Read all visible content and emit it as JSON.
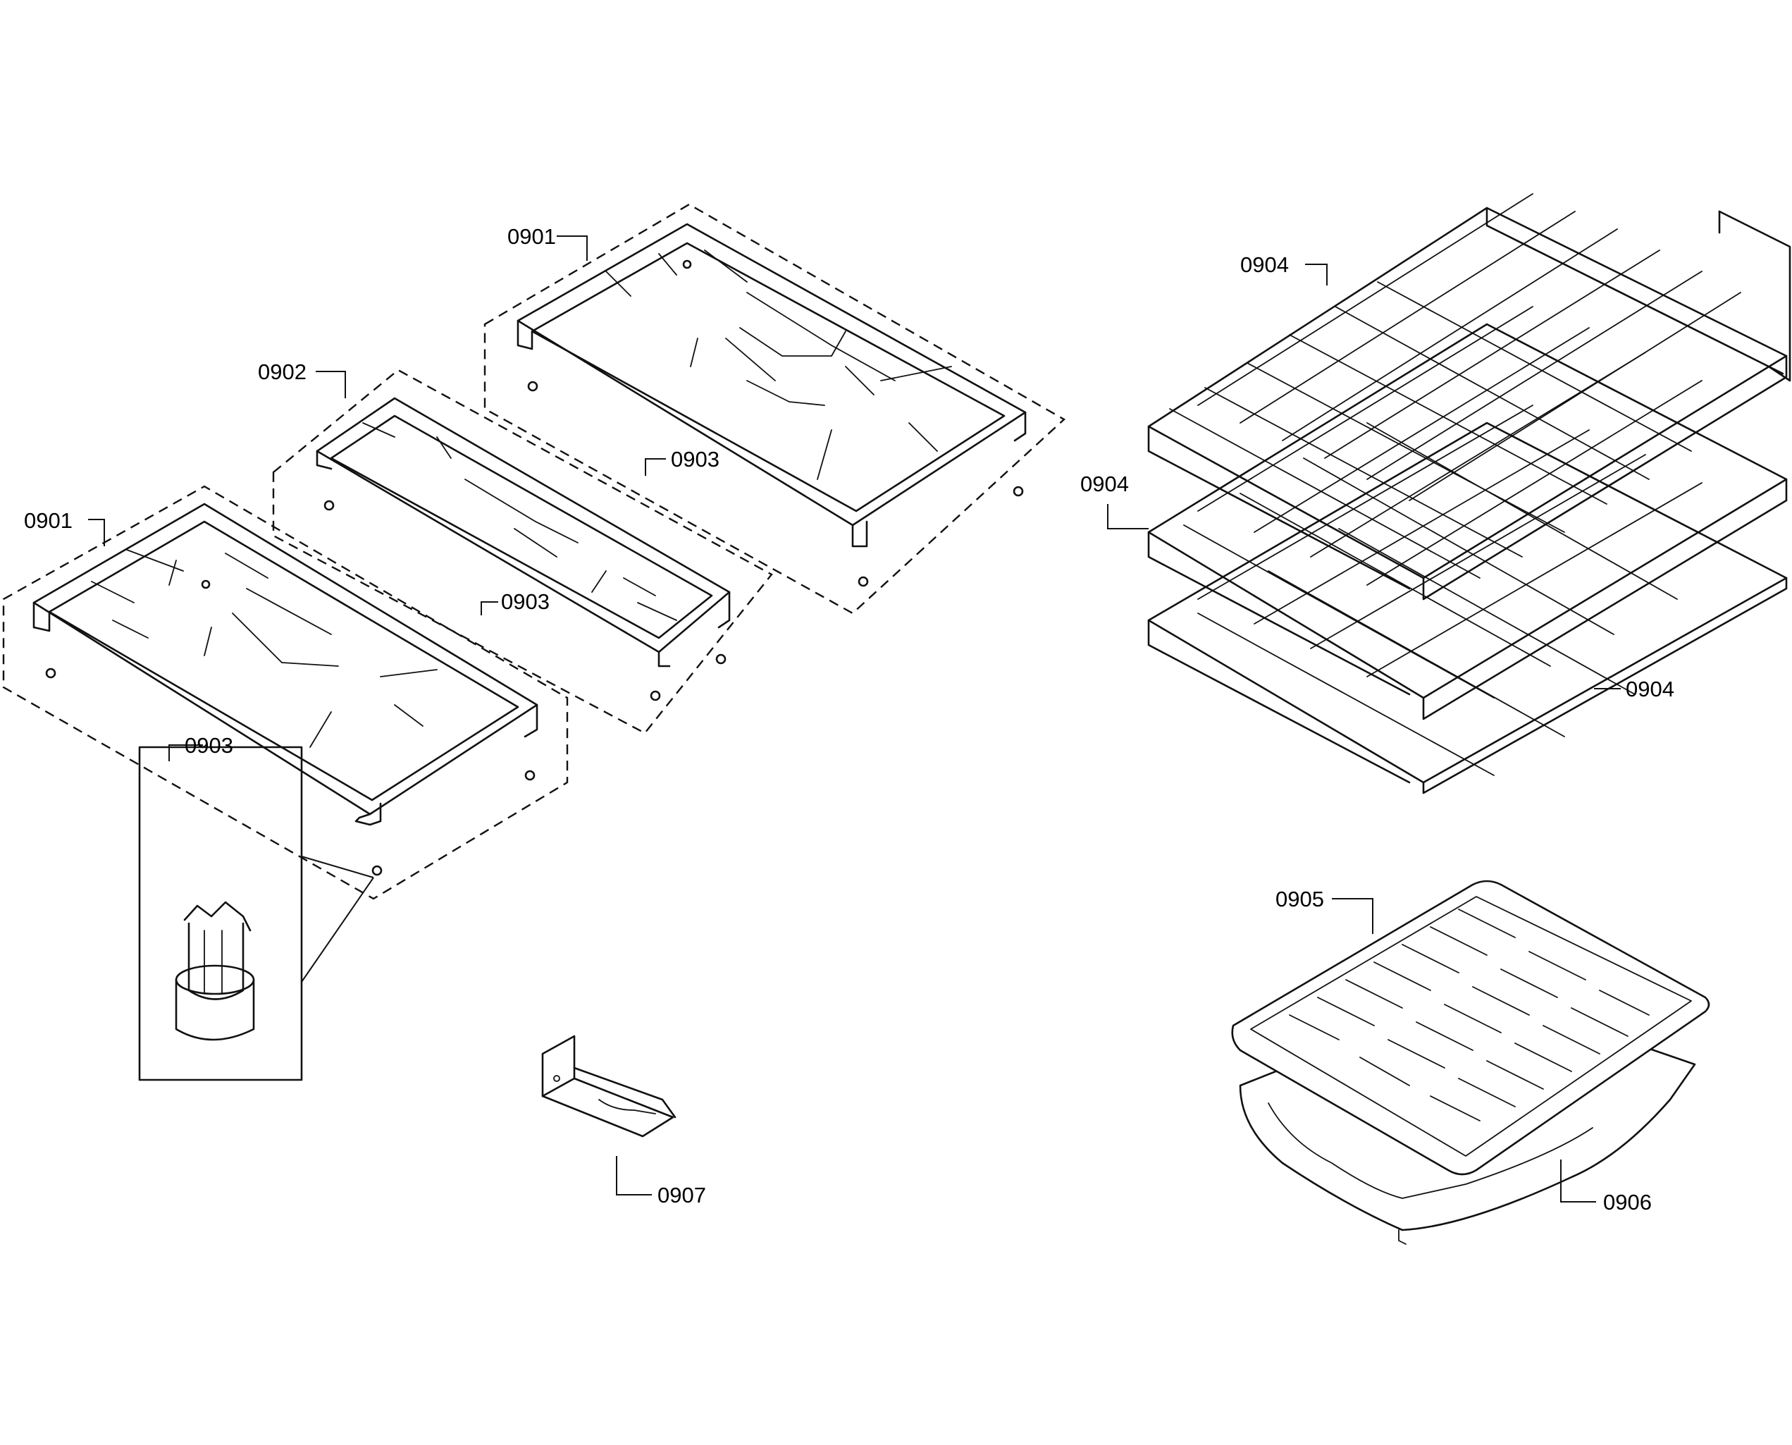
{
  "callouts": {
    "grate_left_right_upper": "0901",
    "grate_center": "0902",
    "bumper_upper": "0903",
    "rack_top": "0904",
    "grate_left_lower": "0901",
    "bumper_center": "0903",
    "bumper_lower": "0903",
    "rack_middle": "0904",
    "rack_bottom": "0904",
    "broiler_insert": "0905",
    "broiler_pan": "0906",
    "bracket": "0907"
  }
}
